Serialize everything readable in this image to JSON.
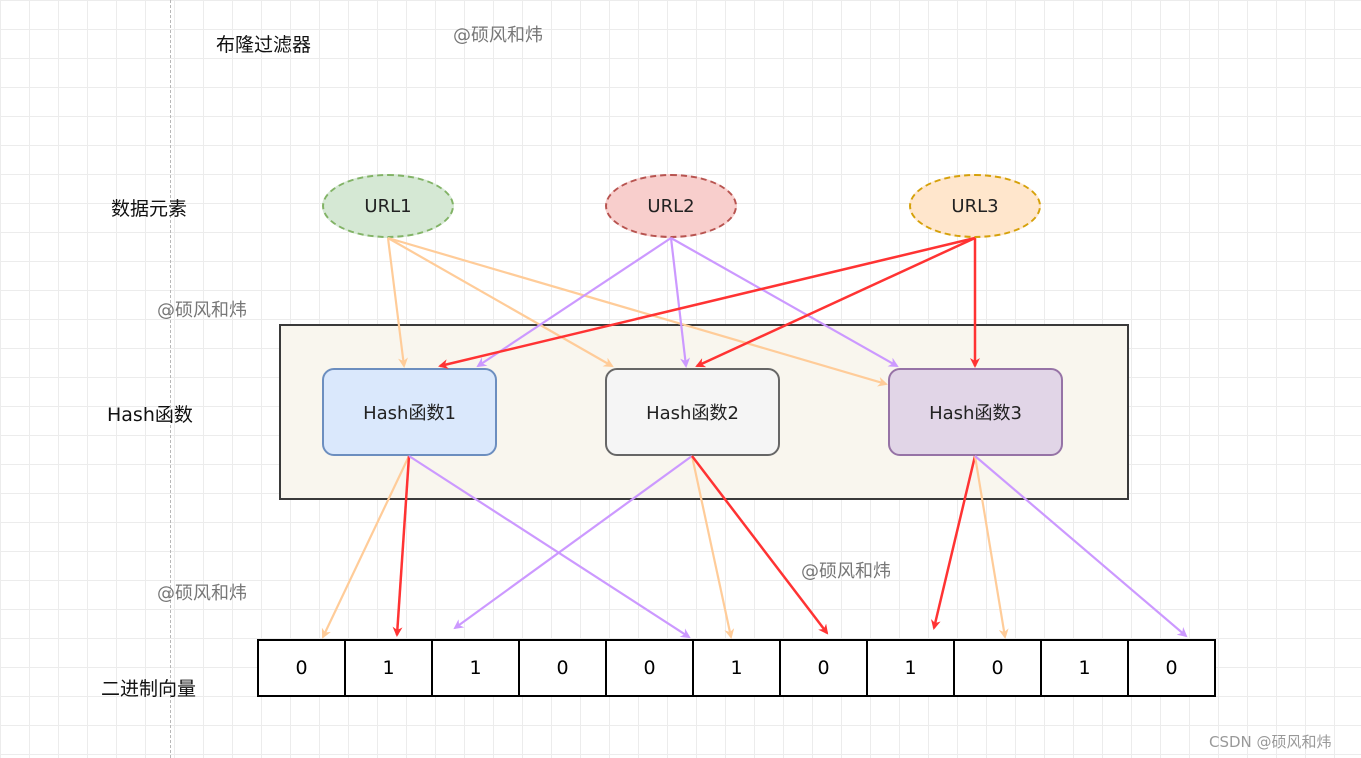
{
  "title": "布隆过滤器",
  "row_labels": {
    "data": "数据元素",
    "hash": "Hash函数",
    "vector": "二进制向量"
  },
  "watermarks": [
    "@硕风和炜",
    "@硕风和炜",
    "@硕风和炜",
    "@硕风和炜"
  ],
  "footer": "CSDN @硕风和炜",
  "urls": [
    {
      "label": "URL1",
      "fill": "#d5e8d4",
      "stroke": "#82b366"
    },
    {
      "label": "URL2",
      "fill": "#f8cecc",
      "stroke": "#b85450"
    },
    {
      "label": "URL3",
      "fill": "#ffe6cc",
      "stroke": "#d6a10a"
    }
  ],
  "hash_functions": [
    {
      "label": "Hash函数1",
      "fill": "#dae8fc",
      "stroke": "#6c8ebf"
    },
    {
      "label": "Hash函数2",
      "fill": "#f5f5f5",
      "stroke": "#666666"
    },
    {
      "label": "Hash函数3",
      "fill": "#e1d5e7",
      "stroke": "#9673a6"
    }
  ],
  "bits": [
    "0",
    "1",
    "1",
    "0",
    "0",
    "1",
    "0",
    "1",
    "0",
    "1",
    "0"
  ],
  "arrow_colors": {
    "url1": "#ffcc99",
    "url2": "#cc99ff",
    "url3": "#ff3333"
  }
}
